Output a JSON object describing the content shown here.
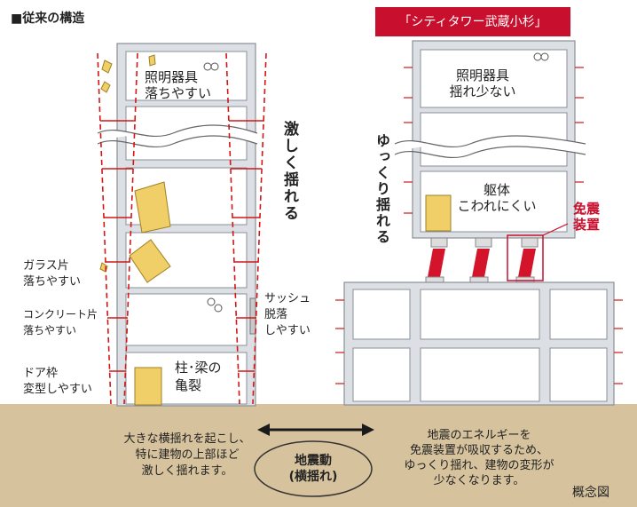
{
  "left": {
    "heading": "■従来の構造",
    "lighting": "照明器具\n落ちやすい",
    "shaking": "激しく揺れる",
    "glass": "ガラス片\n落ちやすい",
    "concrete": "コンクリート片\n落ちやすい",
    "sash": "サッシュ\n脱落\nしやすい",
    "door": "ドア枠\n変型しやすい",
    "crack": "柱･梁の\n亀裂",
    "caption": "大きな横揺れを起こし、\n特に建物の上部ほど\n激しく揺れます。"
  },
  "right": {
    "title_badge": "「シティタワー武蔵小杉」",
    "lighting": "照明器具\n揺れ少ない",
    "slow": "ゆっくり揺れる",
    "body": "躯体\nこわれにくい",
    "isolator": "免震\n装置",
    "caption": "地震のエネルギーを\n免震装置が吸収するため、\nゆっくり揺れ、建物の変形が\n少なくなります。"
  },
  "ground": {
    "quake_label": "地震動\n(横揺れ)",
    "concept": "概念図"
  },
  "colors": {
    "ground": "#d6c39e",
    "frame_fill": "#dcdfe4",
    "frame_stroke": "#8a8f97",
    "room": "#ffffff",
    "dashed": "#d01818",
    "badge": "#c8102e",
    "door": "#f0cf68",
    "isolator": "#d4142a"
  }
}
